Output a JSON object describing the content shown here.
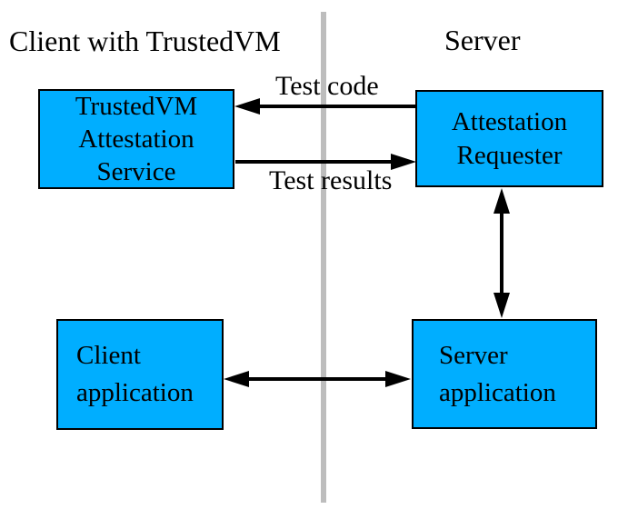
{
  "titles": {
    "left": "Client with TrustedVM",
    "right": "Server"
  },
  "boxes": {
    "tvm_attestation_service": {
      "lines": [
        "TrustedVM",
        "Attestation",
        "Service"
      ]
    },
    "attestation_requester": {
      "lines": [
        "Attestation",
        "Requester"
      ]
    },
    "client_application": {
      "lines": [
        "Client",
        "application"
      ]
    },
    "server_application": {
      "lines": [
        "Server",
        "application"
      ]
    }
  },
  "arrows": {
    "test_code_label": "Test code",
    "test_results_label": "Test results",
    "test_code_direction": "requester-to-tvm",
    "test_results_direction": "tvm-to-requester",
    "requester_serverapp_link": "bidirectional",
    "clientapp_serverapp_link": "bidirectional"
  },
  "colors": {
    "box_fill": "#00AEFF",
    "box_border": "#000000",
    "divider_gray": "#BDBDBD",
    "arrow_black": "#000000",
    "background": "#FFFFFF",
    "text": "#000000"
  }
}
